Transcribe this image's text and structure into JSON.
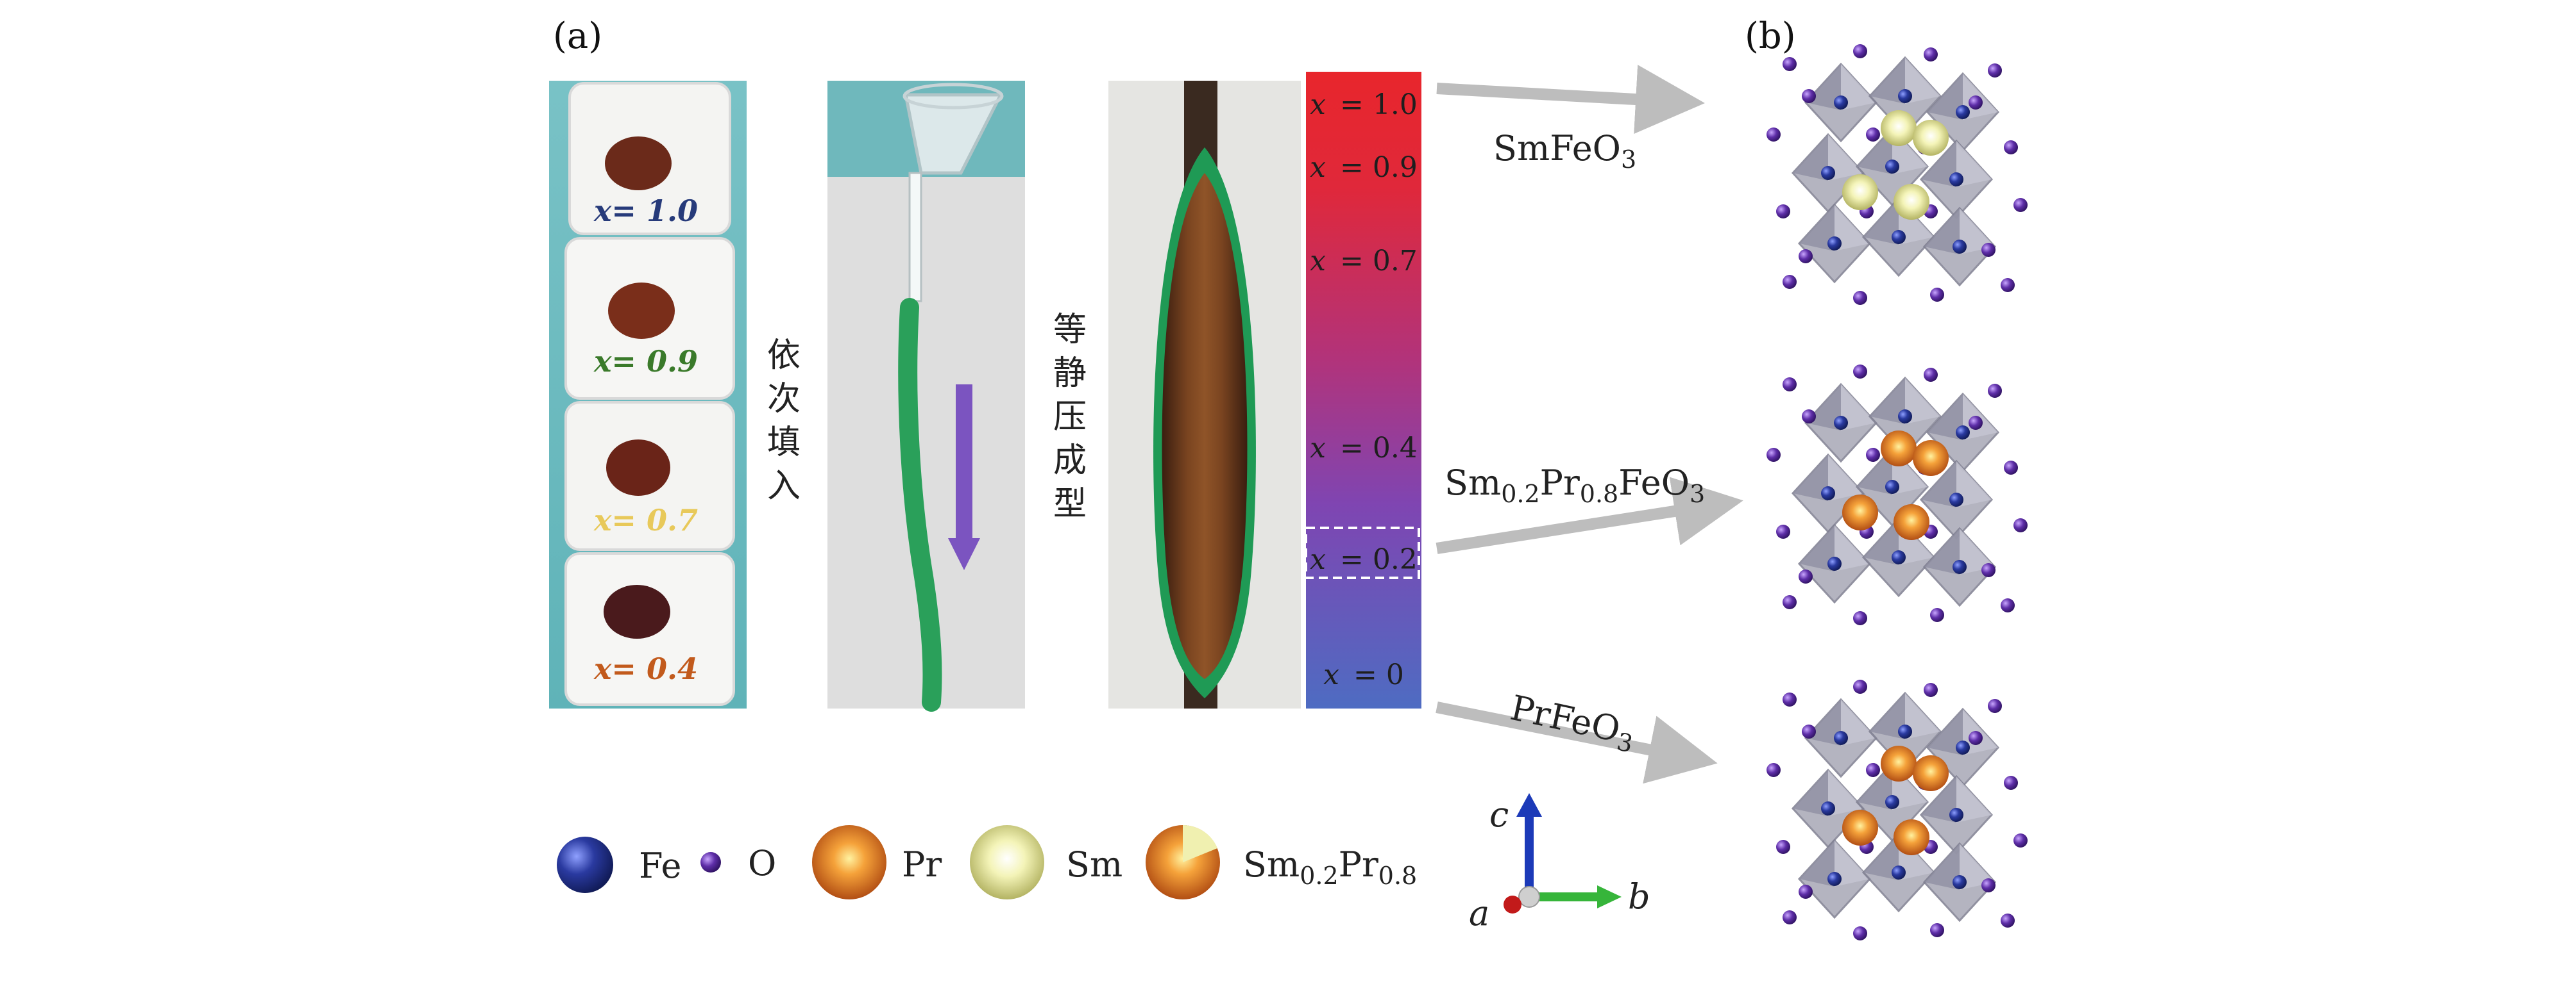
{
  "panel_labels": {
    "a": "(a)",
    "b": "(b)"
  },
  "colors": {
    "bar_top": "#e8252b",
    "bar_mid": "#8a3fb0",
    "bar_bottom": "#4f6cc0",
    "arrow_grey": "#bdbdbd",
    "fe": "#22338c",
    "o": "#5b2c9a",
    "pr": "#e87c22",
    "sm": "#e6e690",
    "octahedra": "#9a9aaa"
  },
  "photo1": {
    "labels": [
      {
        "text": "x= 1.0",
        "color": "#263a7a"
      },
      {
        "text": "x= 0.9",
        "color": "#3a7a2a"
      },
      {
        "text": "x= 0.7",
        "color": "#e8c95a"
      },
      {
        "text": "x= 0.4",
        "color": "#c25a1c"
      }
    ]
  },
  "step_fill": [
    "依",
    "次",
    "填",
    "入"
  ],
  "step_press": [
    "等",
    "静",
    "压",
    "成",
    "型"
  ],
  "bar_labels": [
    {
      "var": "x",
      "value": "= 1.0"
    },
    {
      "var": "x",
      "value": "= 0.9"
    },
    {
      "var": "x",
      "value": "= 0.7"
    },
    {
      "var": "x",
      "value": "= 0.4"
    },
    {
      "var": "x",
      "value": "= 0.2"
    },
    {
      "var": "x",
      "value": "= 0"
    }
  ],
  "compounds": [
    {
      "parts": [
        [
          "SmFeO",
          ""
        ],
        [
          "3",
          "sub"
        ]
      ]
    },
    {
      "parts": [
        [
          "Sm",
          ""
        ],
        [
          "0.2",
          "sub"
        ],
        [
          "Pr",
          ""
        ],
        [
          "0.8",
          "sub"
        ],
        [
          "FeO",
          ""
        ],
        [
          "3",
          "sub"
        ]
      ]
    },
    {
      "parts": [
        [
          "PrFeO",
          ""
        ],
        [
          "3",
          "sub"
        ]
      ]
    }
  ],
  "legend": {
    "fe": "Fe",
    "o": "O",
    "pr": "Pr",
    "sm": "Sm",
    "mixed": {
      "parts": [
        [
          "Sm",
          ""
        ],
        [
          "0.2",
          "sub"
        ],
        [
          "Pr",
          ""
        ],
        [
          "0.8",
          "sub"
        ]
      ]
    }
  },
  "axes": {
    "c": "c",
    "b": "b",
    "a": "a"
  }
}
